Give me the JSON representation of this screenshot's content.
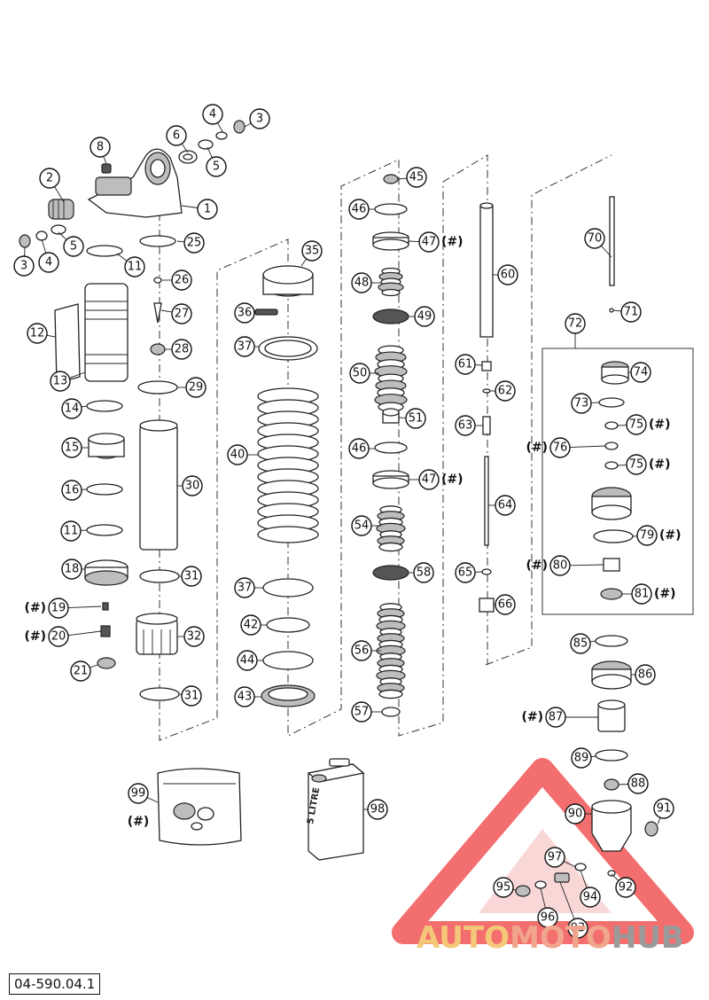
{
  "document_code": "04-590.04.1",
  "hash_mark": "(#)",
  "can_label": "5 LITRE",
  "watermark": {
    "part1": "AUTO",
    "part2": "MOTO",
    "part3": "HUB",
    "color_primary": "#f0a58c",
    "color_secondary": "#f5c879",
    "color_dark": "#9a9a9a",
    "triangle_color": "#ee2b2b"
  },
  "callouts": [
    {
      "id": "1",
      "label": "1"
    },
    {
      "id": "2",
      "label": "2"
    },
    {
      "id": "3a",
      "label": "3"
    },
    {
      "id": "3b",
      "label": "3"
    },
    {
      "id": "4a",
      "label": "4"
    },
    {
      "id": "4b",
      "label": "4"
    },
    {
      "id": "5a",
      "label": "5"
    },
    {
      "id": "5b",
      "label": "5"
    },
    {
      "id": "6",
      "label": "6"
    },
    {
      "id": "8",
      "label": "8"
    },
    {
      "id": "11a",
      "label": "11"
    },
    {
      "id": "11b",
      "label": "11"
    },
    {
      "id": "12",
      "label": "12"
    },
    {
      "id": "13",
      "label": "13"
    },
    {
      "id": "14",
      "label": "14"
    },
    {
      "id": "15",
      "label": "15"
    },
    {
      "id": "16",
      "label": "16"
    },
    {
      "id": "18",
      "label": "18"
    },
    {
      "id": "19",
      "label": "19",
      "hash": true
    },
    {
      "id": "20",
      "label": "20",
      "hash": true
    },
    {
      "id": "21",
      "label": "21"
    },
    {
      "id": "25",
      "label": "25"
    },
    {
      "id": "26",
      "label": "26"
    },
    {
      "id": "27",
      "label": "27"
    },
    {
      "id": "28",
      "label": "28"
    },
    {
      "id": "29",
      "label": "29"
    },
    {
      "id": "30",
      "label": "30"
    },
    {
      "id": "31a",
      "label": "31"
    },
    {
      "id": "31b",
      "label": "31"
    },
    {
      "id": "32",
      "label": "32"
    },
    {
      "id": "35",
      "label": "35"
    },
    {
      "id": "36",
      "label": "36"
    },
    {
      "id": "37a",
      "label": "37"
    },
    {
      "id": "37b",
      "label": "37"
    },
    {
      "id": "40",
      "label": "40"
    },
    {
      "id": "42",
      "label": "42"
    },
    {
      "id": "43",
      "label": "43"
    },
    {
      "id": "44",
      "label": "44"
    },
    {
      "id": "45",
      "label": "45"
    },
    {
      "id": "46a",
      "label": "46"
    },
    {
      "id": "46b",
      "label": "46"
    },
    {
      "id": "47a",
      "label": "47",
      "hash": true
    },
    {
      "id": "47b",
      "label": "47",
      "hash": true
    },
    {
      "id": "48",
      "label": "48"
    },
    {
      "id": "49",
      "label": "49"
    },
    {
      "id": "50",
      "label": "50"
    },
    {
      "id": "51",
      "label": "51"
    },
    {
      "id": "54",
      "label": "54"
    },
    {
      "id": "56",
      "label": "56"
    },
    {
      "id": "57",
      "label": "57"
    },
    {
      "id": "58",
      "label": "58"
    },
    {
      "id": "60",
      "label": "60"
    },
    {
      "id": "61",
      "label": "61"
    },
    {
      "id": "62",
      "label": "62"
    },
    {
      "id": "63",
      "label": "63"
    },
    {
      "id": "64",
      "label": "64"
    },
    {
      "id": "65",
      "label": "65"
    },
    {
      "id": "66",
      "label": "66"
    },
    {
      "id": "70",
      "label": "70"
    },
    {
      "id": "71",
      "label": "71"
    },
    {
      "id": "72",
      "label": "72"
    },
    {
      "id": "73",
      "label": "73"
    },
    {
      "id": "74",
      "label": "74"
    },
    {
      "id": "75a",
      "label": "75",
      "hash": true
    },
    {
      "id": "75b",
      "label": "75",
      "hash": true
    },
    {
      "id": "76",
      "label": "76",
      "hash": true
    },
    {
      "id": "79",
      "label": "79",
      "hash": true
    },
    {
      "id": "80",
      "label": "80",
      "hash": true
    },
    {
      "id": "81",
      "label": "81",
      "hash": true
    },
    {
      "id": "85",
      "label": "85"
    },
    {
      "id": "86",
      "label": "86"
    },
    {
      "id": "87",
      "label": "87",
      "hash": true
    },
    {
      "id": "88",
      "label": "88"
    },
    {
      "id": "89",
      "label": "89"
    },
    {
      "id": "90",
      "label": "90"
    },
    {
      "id": "91",
      "label": "91"
    },
    {
      "id": "92",
      "label": "92"
    },
    {
      "id": "93",
      "label": "93"
    },
    {
      "id": "94",
      "label": "94"
    },
    {
      "id": "95",
      "label": "95"
    },
    {
      "id": "96",
      "label": "96"
    },
    {
      "id": "97",
      "label": "97"
    },
    {
      "id": "98",
      "label": "98"
    },
    {
      "id": "99",
      "label": "99",
      "hash": true
    }
  ]
}
